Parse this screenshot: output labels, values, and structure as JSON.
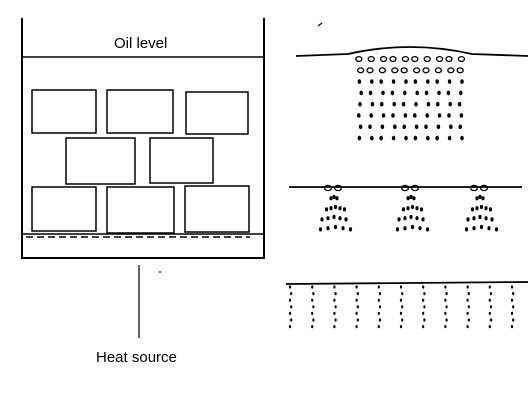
{
  "labels": {
    "oil_level": "Oil level",
    "heat_source": "Heat source"
  },
  "colors": {
    "stroke": "#000000",
    "background": "#ffffff"
  },
  "panels": [
    {
      "name": "bubbles-forming-at-surface"
    },
    {
      "name": "bubble-columns-under-droplets"
    },
    {
      "name": "uniform-bubble-columns"
    }
  ]
}
